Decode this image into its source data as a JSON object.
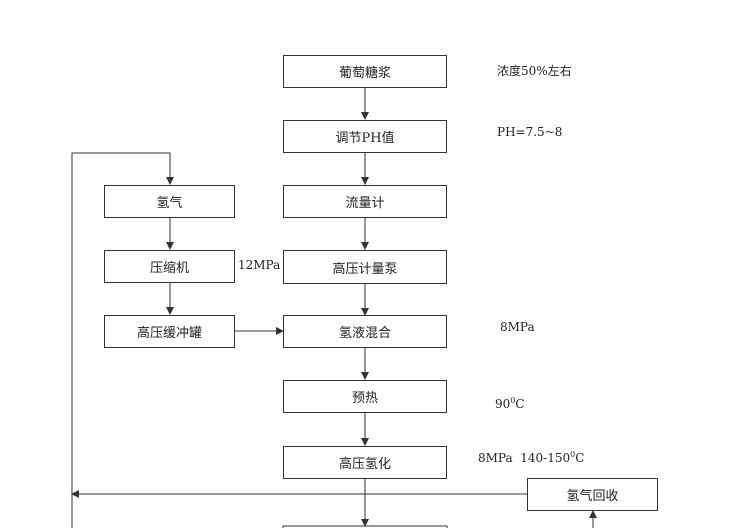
{
  "main_flow": {
    "step1": "葡萄糖浆",
    "step2": "调节PH值",
    "step3": "流量计",
    "step4": "高压计量泵",
    "step5": "氢液混合",
    "step6": "预热",
    "step7": "高压氢化"
  },
  "hydrogen_flow": {
    "step1": "氢气",
    "step2": "压缩机",
    "step3": "高压缓冲罐",
    "recycle": "氢气回收"
  },
  "notes": {
    "concentration": "浓度50%左右",
    "ph": "PH=7.5~8",
    "compressor_pressure": "12MPa",
    "mix_pressure": "8MPa",
    "preheat_temp_value": "90",
    "preheat_temp_sup": "0",
    "preheat_temp_unit": "C",
    "hydro_condition": "8MPa  140-150",
    "hydro_temp_sup": "0",
    "hydro_temp_unit": "C"
  },
  "colors": {
    "line": "#333333"
  }
}
